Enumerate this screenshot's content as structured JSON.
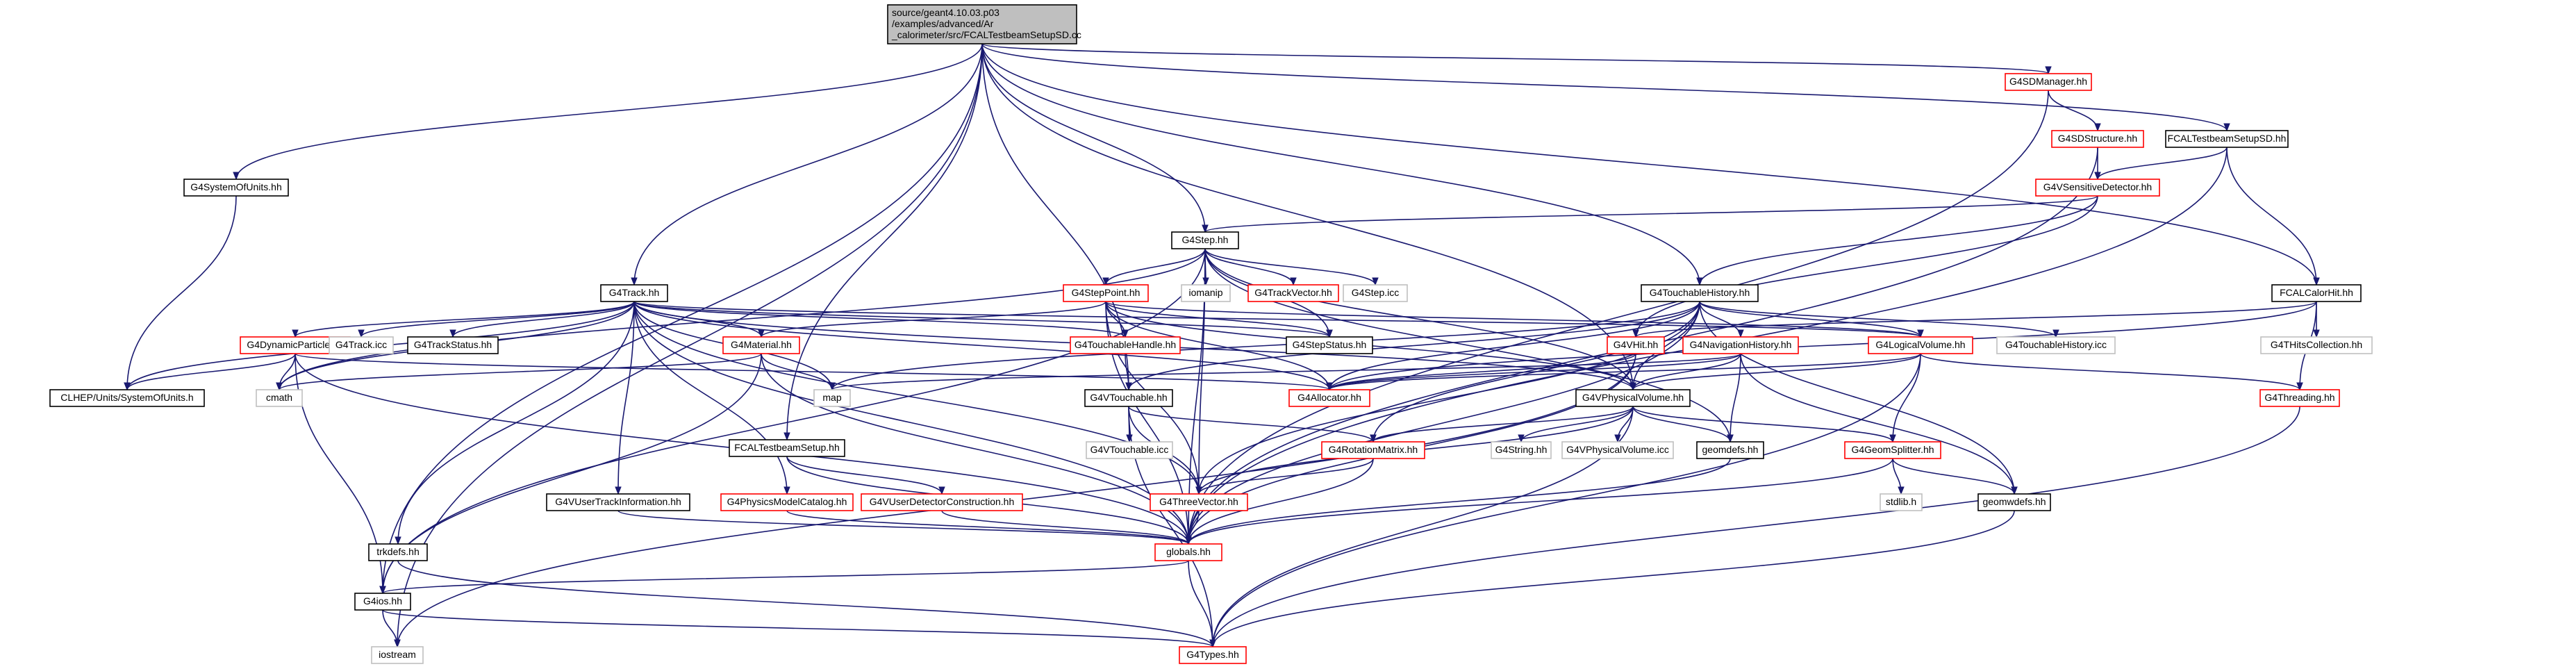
{
  "diagram": {
    "colors": {
      "edge": "#191970",
      "root_fill": "#bfbfbf",
      "root_stroke": "#000000",
      "normal_fill": "#ffffff",
      "normal_stroke": "#000000",
      "linked_stroke": "#ff0000",
      "external_stroke": "#bfbfbf",
      "text": "#000000"
    },
    "nodes": [
      {
        "id": "root",
        "lines": [
          "source/geant4.10.03.p03",
          "/examples/advanced/Ar",
          "_calorimeter/src/FCALTestbeamSetupSD.cc"
        ],
        "style": "root"
      },
      {
        "id": "g4sdmanager",
        "lines": [
          "G4SDManager.hh"
        ],
        "style": "linked"
      },
      {
        "id": "fcaltestbeamsetupsd",
        "lines": [
          "FCALTestbeamSetupSD.hh"
        ],
        "style": "normal"
      },
      {
        "id": "g4sdstructure",
        "lines": [
          "G4SDStructure.hh"
        ],
        "style": "linked"
      },
      {
        "id": "g4systemofunits",
        "lines": [
          "G4SystemOfUnits.hh"
        ],
        "style": "normal"
      },
      {
        "id": "g4sensitivedetector",
        "lines": [
          "G4VSensitiveDetector.hh"
        ],
        "style": "linked"
      },
      {
        "id": "g4step",
        "lines": [
          "G4Step.hh"
        ],
        "style": "normal"
      },
      {
        "id": "g4track",
        "lines": [
          "G4Track.hh"
        ],
        "style": "normal"
      },
      {
        "id": "iomanip",
        "lines": [
          "iomanip"
        ],
        "style": "external"
      },
      {
        "id": "g4trackvector",
        "lines": [
          "G4TrackVector.hh"
        ],
        "style": "linked"
      },
      {
        "id": "g4stepicc",
        "lines": [
          "G4Step.icc"
        ],
        "style": "external"
      },
      {
        "id": "g4steppoint",
        "lines": [
          "G4StepPoint.hh"
        ],
        "style": "linked"
      },
      {
        "id": "g4touchablehistory",
        "lines": [
          "G4TouchableHistory.hh"
        ],
        "style": "normal"
      },
      {
        "id": "fcalcalorhit",
        "lines": [
          "FCALCalorHit.hh"
        ],
        "style": "normal"
      },
      {
        "id": "g4dynamicparticle",
        "lines": [
          "G4DynamicParticle.hh"
        ],
        "style": "linked"
      },
      {
        "id": "g4trackicc",
        "lines": [
          "G4Track.icc"
        ],
        "style": "external"
      },
      {
        "id": "g4trackstatus",
        "lines": [
          "G4TrackStatus.hh"
        ],
        "style": "normal"
      },
      {
        "id": "g4material",
        "lines": [
          "G4Material.hh"
        ],
        "style": "linked"
      },
      {
        "id": "g4touchablehandle",
        "lines": [
          "G4TouchableHandle.hh"
        ],
        "style": "linked"
      },
      {
        "id": "g4stepstatus",
        "lines": [
          "G4StepStatus.hh"
        ],
        "style": "normal"
      },
      {
        "id": "g4vhit",
        "lines": [
          "G4VHit.hh"
        ],
        "style": "linked"
      },
      {
        "id": "g4navigationhistory",
        "lines": [
          "G4NavigationHistory.hh"
        ],
        "style": "linked"
      },
      {
        "id": "g4logicalvolume",
        "lines": [
          "G4LogicalVolume.hh"
        ],
        "style": "linked"
      },
      {
        "id": "g4touchablehistoryicc",
        "lines": [
          "G4TouchableHistory.icc"
        ],
        "style": "external"
      },
      {
        "id": "g4thitscollection",
        "lines": [
          "G4THitsCollection.hh"
        ],
        "style": "external"
      },
      {
        "id": "clhepunits",
        "lines": [
          "CLHEP/Units/SystemOfUnits.h"
        ],
        "style": "normal"
      },
      {
        "id": "cmath",
        "lines": [
          "cmath"
        ],
        "style": "external"
      },
      {
        "id": "map",
        "lines": [
          "map"
        ],
        "style": "external"
      },
      {
        "id": "g4allocator",
        "lines": [
          "G4Allocator.hh"
        ],
        "style": "linked"
      },
      {
        "id": "g4vtouchable",
        "lines": [
          "G4VTouchable.hh"
        ],
        "style": "normal"
      },
      {
        "id": "g4vphysicalvolume",
        "lines": [
          "G4VPhysicalVolume.hh"
        ],
        "style": "normal"
      },
      {
        "id": "g4threading",
        "lines": [
          "G4Threading.hh"
        ],
        "style": "linked"
      },
      {
        "id": "g4vtouchableicc",
        "lines": [
          "G4VTouchable.icc"
        ],
        "style": "external"
      },
      {
        "id": "g4rotationmatrix",
        "lines": [
          "G4RotationMatrix.hh"
        ],
        "style": "linked"
      },
      {
        "id": "g4string",
        "lines": [
          "G4String.hh"
        ],
        "style": "external"
      },
      {
        "id": "g4vphysicalvolumeicc",
        "lines": [
          "G4VPhysicalVolume.icc"
        ],
        "style": "external"
      },
      {
        "id": "geomdefs",
        "lines": [
          "geomdefs.hh"
        ],
        "style": "normal"
      },
      {
        "id": "g4geomsplitter",
        "lines": [
          "G4GeomSplitter.hh"
        ],
        "style": "linked"
      },
      {
        "id": "fcaltestbeamsetup",
        "lines": [
          "FCALTestbeamSetup.hh"
        ],
        "style": "normal"
      },
      {
        "id": "g4vusertrackinformation",
        "lines": [
          "G4VUserTrackInformation.hh"
        ],
        "style": "normal"
      },
      {
        "id": "g4physicsmodelcatalog",
        "lines": [
          "G4PhysicsModelCatalog.hh"
        ],
        "style": "linked"
      },
      {
        "id": "g4vuserdetectorconstruction",
        "lines": [
          "G4VUserDetectorConstruction.hh"
        ],
        "style": "linked"
      },
      {
        "id": "g4threevector",
        "lines": [
          "G4ThreeVector.hh"
        ],
        "style": "linked"
      },
      {
        "id": "stdlib",
        "lines": [
          "stdlib.h"
        ],
        "style": "external"
      },
      {
        "id": "geomwdefs",
        "lines": [
          "geomwdefs.hh"
        ],
        "style": "normal"
      },
      {
        "id": "trkdefs",
        "lines": [
          "trkdefs.hh"
        ],
        "style": "normal"
      },
      {
        "id": "globals",
        "lines": [
          "globals.hh"
        ],
        "style": "linked"
      },
      {
        "id": "g4ios",
        "lines": [
          "G4ios.hh"
        ],
        "style": "normal"
      },
      {
        "id": "iostream",
        "lines": [
          "iostream"
        ],
        "style": "external"
      },
      {
        "id": "g4types",
        "lines": [
          "G4Types.hh"
        ],
        "style": "linked"
      }
    ],
    "edges": [
      [
        "root",
        "g4sdmanager"
      ],
      [
        "root",
        "fcaltestbeamsetupsd"
      ],
      [
        "root",
        "g4systemofunits"
      ],
      [
        "root",
        "g4step"
      ],
      [
        "root",
        "g4track"
      ],
      [
        "root",
        "g4touchablehistory"
      ],
      [
        "root",
        "fcalcalorhit"
      ],
      [
        "root",
        "g4vtouchable"
      ],
      [
        "root",
        "g4vphysicalvolume"
      ],
      [
        "root",
        "fcaltestbeamsetup"
      ],
      [
        "root",
        "g4ios"
      ],
      [
        "root",
        "iostream"
      ],
      [
        "g4sdmanager",
        "g4sdstructure"
      ],
      [
        "g4sdmanager",
        "globals"
      ],
      [
        "g4sdstructure",
        "g4sensitivedetector"
      ],
      [
        "g4sdstructure",
        "globals"
      ],
      [
        "fcaltestbeamsetupsd",
        "g4sensitivedetector"
      ],
      [
        "fcaltestbeamsetupsd",
        "fcalcalorhit"
      ],
      [
        "fcaltestbeamsetupsd",
        "globals"
      ],
      [
        "g4systemofunits",
        "clhepunits"
      ],
      [
        "g4sensitivedetector",
        "g4step"
      ],
      [
        "g4sensitivedetector",
        "g4touchablehistory"
      ],
      [
        "g4sensitivedetector",
        "g4vhit"
      ],
      [
        "g4step",
        "iomanip"
      ],
      [
        "g4step",
        "g4trackvector"
      ],
      [
        "g4step",
        "g4stepicc"
      ],
      [
        "g4step",
        "g4steppoint"
      ],
      [
        "g4step",
        "g4stepstatus"
      ],
      [
        "g4step",
        "g4vphysicalvolume"
      ],
      [
        "g4step",
        "g4threevector"
      ],
      [
        "g4step",
        "globals"
      ],
      [
        "g4step",
        "g4ios"
      ],
      [
        "g4step",
        "cmath"
      ],
      [
        "g4step",
        "geomdefs"
      ],
      [
        "g4track",
        "g4dynamicparticle"
      ],
      [
        "g4track",
        "g4trackicc"
      ],
      [
        "g4track",
        "g4trackstatus"
      ],
      [
        "g4track",
        "g4material"
      ],
      [
        "g4track",
        "g4touchablehandle"
      ],
      [
        "g4track",
        "g4stepstatus"
      ],
      [
        "g4track",
        "g4logicalvolume"
      ],
      [
        "g4track",
        "cmath"
      ],
      [
        "g4track",
        "map"
      ],
      [
        "g4track",
        "g4allocator"
      ],
      [
        "g4track",
        "g4vphysicalvolume"
      ],
      [
        "g4track",
        "g4vusertrackinformation"
      ],
      [
        "g4track",
        "g4physicsmodelcatalog"
      ],
      [
        "g4track",
        "g4threevector"
      ],
      [
        "g4track",
        "trkdefs"
      ],
      [
        "g4track",
        "globals"
      ],
      [
        "g4track",
        "clhepunits"
      ],
      [
        "g4steppoint",
        "g4touchablehandle"
      ],
      [
        "g4steppoint",
        "g4stepstatus"
      ],
      [
        "g4steppoint",
        "g4material"
      ],
      [
        "g4steppoint",
        "g4logicalvolume"
      ],
      [
        "g4steppoint",
        "g4vphysicalvolume"
      ],
      [
        "g4steppoint",
        "g4allocator"
      ],
      [
        "g4steppoint",
        "g4threevector"
      ],
      [
        "g4steppoint",
        "globals"
      ],
      [
        "g4touchablehistory",
        "g4navigationhistory"
      ],
      [
        "g4touchablehistory",
        "g4vtouchable"
      ],
      [
        "g4touchablehistory",
        "g4touchablehistoryicc"
      ],
      [
        "g4touchablehistory",
        "g4allocator"
      ],
      [
        "g4touchablehistory",
        "g4logicalvolume"
      ],
      [
        "g4touchablehistory",
        "g4vphysicalvolume"
      ],
      [
        "g4touchablehistory",
        "g4threevector"
      ],
      [
        "g4touchablehistory",
        "g4rotationmatrix"
      ],
      [
        "g4touchablehistory",
        "globals"
      ],
      [
        "g4touchablehistory",
        "geomwdefs"
      ],
      [
        "g4touchablehistory",
        "map"
      ],
      [
        "fcalcalorhit",
        "g4vhit"
      ],
      [
        "fcalcalorhit",
        "g4thitscollection"
      ],
      [
        "fcalcalorhit",
        "g4threading"
      ],
      [
        "fcalcalorhit",
        "g4allocator"
      ],
      [
        "g4dynamicparticle",
        "clhepunits"
      ],
      [
        "g4dynamicparticle",
        "cmath"
      ],
      [
        "g4dynamicparticle",
        "g4allocator"
      ],
      [
        "g4dynamicparticle",
        "g4ios"
      ],
      [
        "g4dynamicparticle",
        "globals"
      ],
      [
        "g4material",
        "map"
      ],
      [
        "g4material",
        "g4ios"
      ],
      [
        "g4material",
        "globals"
      ],
      [
        "g4material",
        "cmath"
      ],
      [
        "g4touchablehandle",
        "g4vtouchable"
      ],
      [
        "g4vhit",
        "g4allocator"
      ],
      [
        "g4vhit",
        "globals"
      ],
      [
        "g4vhit",
        "iostream"
      ],
      [
        "g4navigationhistory",
        "g4allocator"
      ],
      [
        "g4navigationhistory",
        "g4vphysicalvolume"
      ],
      [
        "g4navigationhistory",
        "geomdefs"
      ],
      [
        "g4navigationhistory",
        "geomwdefs"
      ],
      [
        "g4navigationhistory",
        "map"
      ],
      [
        "g4logicalvolume",
        "g4vphysicalvolume"
      ],
      [
        "g4logicalvolume",
        "g4geomsplitter"
      ],
      [
        "g4logicalvolume",
        "g4threading"
      ],
      [
        "g4logicalvolume",
        "g4allocator"
      ],
      [
        "g4logicalvolume",
        "g4types"
      ],
      [
        "g4vtouchable",
        "g4vtouchableicc"
      ],
      [
        "g4vtouchable",
        "g4rotationmatrix"
      ],
      [
        "g4vtouchable",
        "g4threevector"
      ],
      [
        "g4vtouchable",
        "g4types"
      ],
      [
        "g4vphysicalvolume",
        "g4rotationmatrix"
      ],
      [
        "g4vphysicalvolume",
        "g4string"
      ],
      [
        "g4vphysicalvolume",
        "g4vphysicalvolumeicc"
      ],
      [
        "g4vphysicalvolume",
        "geomdefs"
      ],
      [
        "g4vphysicalvolume",
        "g4geomsplitter"
      ],
      [
        "g4vphysicalvolume",
        "g4threevector"
      ],
      [
        "g4vphysicalvolume",
        "g4types"
      ],
      [
        "g4threading",
        "g4types"
      ],
      [
        "g4rotationmatrix",
        "g4threevector"
      ],
      [
        "g4rotationmatrix",
        "globals"
      ],
      [
        "geomdefs",
        "globals"
      ],
      [
        "g4geomsplitter",
        "stdlib"
      ],
      [
        "g4geomsplitter",
        "geomwdefs"
      ],
      [
        "g4geomsplitter",
        "globals"
      ],
      [
        "fcaltestbeamsetup",
        "g4vuserdetectorconstruction"
      ],
      [
        "fcaltestbeamsetup",
        "globals"
      ],
      [
        "g4vusertrackinformation",
        "globals"
      ],
      [
        "g4physicsmodelcatalog",
        "globals"
      ],
      [
        "g4vuserdetectorconstruction",
        "globals"
      ],
      [
        "g4threevector",
        "globals"
      ],
      [
        "geomwdefs",
        "g4types"
      ],
      [
        "trkdefs",
        "g4types"
      ],
      [
        "globals",
        "g4ios"
      ],
      [
        "globals",
        "g4types"
      ],
      [
        "g4ios",
        "iostream"
      ],
      [
        "g4ios",
        "g4types"
      ]
    ]
  }
}
